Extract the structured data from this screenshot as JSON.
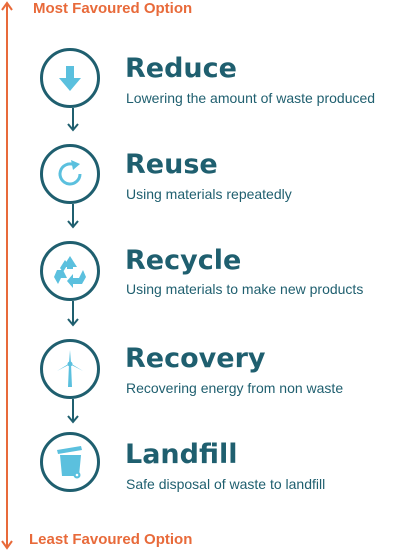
{
  "axis": {
    "top_label": "Most Favoured Option",
    "bottom_label": "Least Favoured Option",
    "color": "#e86a3a"
  },
  "theme": {
    "primary": "#1f5f6f",
    "icon": "#5bc0de"
  },
  "steps": [
    {
      "title": "Reduce",
      "description": "Lowering the amount of waste produced",
      "icon": "down-arrow-icon"
    },
    {
      "title": "Reuse",
      "description": "Using materials repeatedly",
      "icon": "refresh-icon"
    },
    {
      "title": "Recycle",
      "description": "Using materials to make new products",
      "icon": "recycle-icon"
    },
    {
      "title": "Recovery",
      "description": "Recovering energy from non waste",
      "icon": "wind-turbine-icon"
    },
    {
      "title": "Landfill",
      "description": "Safe disposal of waste to landfill",
      "icon": "wheelie-bin-icon"
    }
  ]
}
